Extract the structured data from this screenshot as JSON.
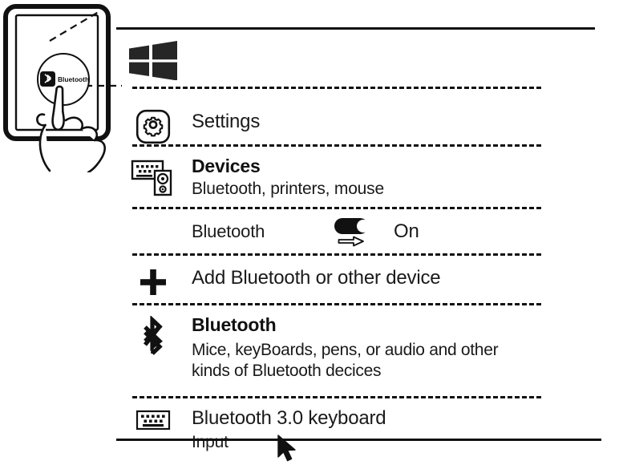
{
  "illustration": {
    "name": "tablet-hand-tap-illustration",
    "badge_label": "Bluetooth",
    "badge_icon": "bluetooth-rune-icon",
    "device": "tablet",
    "gesture": "finger-tap"
  },
  "panel": {
    "brand_icon": "windows-logo-icon",
    "rows": [
      {
        "id": "settings",
        "icon": "gear-icon",
        "title": "Settings",
        "subtitle": ""
      },
      {
        "id": "devices",
        "icon": "devices-keyboard-printer-icon",
        "title": "Devices",
        "subtitle": "Bluetooth, printers, mouse"
      },
      {
        "id": "bluetooth-toggle",
        "icon": "toggle-switch-icon",
        "label": "Bluetooth",
        "state_label": "On",
        "state": "on",
        "pointer_icon": "arrow-right-icon"
      },
      {
        "id": "add-device",
        "icon": "plus-icon",
        "title": "Add Bluetooth or other device",
        "subtitle": ""
      },
      {
        "id": "bluetooth-section",
        "icon": "bluetooth-rune-icon",
        "title": "Bluetooth",
        "desc_line_1": "Mice, keyBoards, pens, or audio and other",
        "desc_line_2": "kinds of Bluetooth decices"
      },
      {
        "id": "bluetooth-keyboard",
        "icon": "keyboard-icon",
        "title": "Bluetooth 3.0 keyboard",
        "subtitle": "Input",
        "cursor_icon": "mouse-pointer-icon"
      }
    ]
  },
  "colors": {
    "ink": "#111111",
    "text": "#1a1a1a",
    "background": "#ffffff"
  }
}
